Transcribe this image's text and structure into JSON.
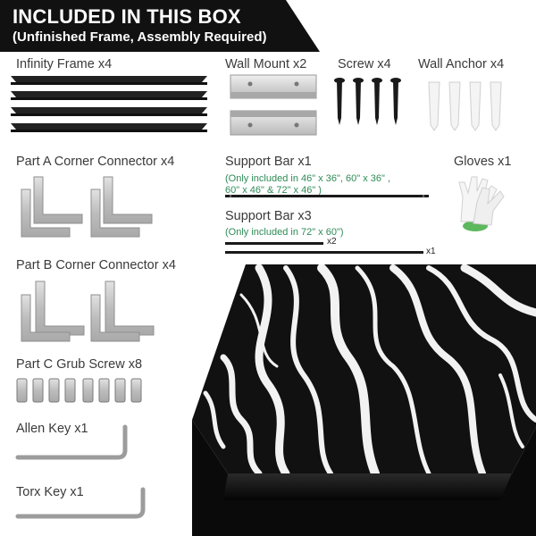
{
  "banner": {
    "title": "INCLUDED IN THIS BOX",
    "subtitle": "(Unfinished Frame, Assembly Required)"
  },
  "items": {
    "infinity_frame": "Infinity Frame x4",
    "wall_mount": "Wall Mount x2",
    "screw": "Screw x4",
    "wall_anchor": "Wall Anchor x4",
    "part_a": "Part A Corner Connector x4",
    "support_bar_1": "Support Bar x1",
    "support_bar_1_note_1": "(Only included in 46\" x 36\", 60\" x 36\" ,",
    "support_bar_1_note_2": "60\" x 46\" & 72\" x 46\" )",
    "gloves": "Gloves x1",
    "support_bar_3": "Support Bar x3",
    "support_bar_3_note": "(Only included in 72\" x 60\")",
    "bar_x2": "x2",
    "bar_x1": "x1",
    "part_b": "Part B Corner Connector x4",
    "part_c": "Part C Grub Screw x8",
    "allen_key": "Allen Key x1",
    "torx_key": "Torx Key x1"
  },
  "colors": {
    "banner_bg": "#111111",
    "note_green": "#2e8b57",
    "metal": "#c9c9c9"
  }
}
